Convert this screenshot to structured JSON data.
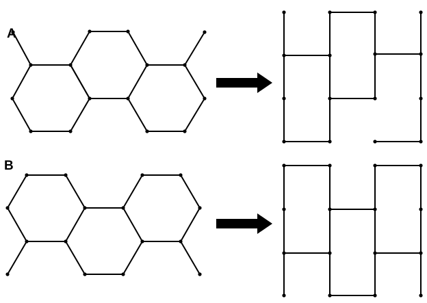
{
  "colors": {
    "ink": "#000000",
    "background": "#ffffff"
  },
  "panels": [
    {
      "label": "A",
      "molecule": "hexagonal-lattice-graph",
      "mapped_to": "rectangular-brick-grid"
    },
    {
      "label": "B",
      "molecule": "hexagonal-lattice-graph",
      "mapped_to": "rectangular-brick-grid"
    }
  ],
  "icons": {
    "transform": "arrow-right-icon"
  }
}
